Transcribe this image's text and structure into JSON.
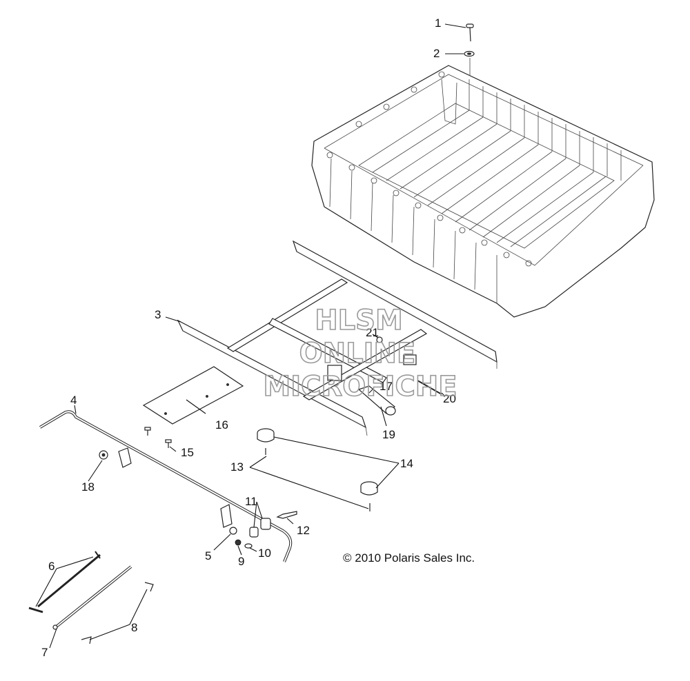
{
  "watermark": {
    "line1": "HLSM",
    "line2": "ONLINE",
    "line3": "MICROFICHE"
  },
  "copyright": "© 2010 Polaris Sales Inc.",
  "callouts": [
    {
      "id": "1",
      "label": "1"
    },
    {
      "id": "2",
      "label": "2"
    },
    {
      "id": "3",
      "label": "3"
    },
    {
      "id": "4",
      "label": "4"
    },
    {
      "id": "5",
      "label": "5"
    },
    {
      "id": "6",
      "label": "6"
    },
    {
      "id": "7",
      "label": "7"
    },
    {
      "id": "8",
      "label": "8"
    },
    {
      "id": "9",
      "label": "9"
    },
    {
      "id": "10",
      "label": "10"
    },
    {
      "id": "11",
      "label": "11"
    },
    {
      "id": "12",
      "label": "12"
    },
    {
      "id": "13",
      "label": "13"
    },
    {
      "id": "14",
      "label": "14"
    },
    {
      "id": "15",
      "label": "15"
    },
    {
      "id": "16",
      "label": "16"
    },
    {
      "id": "17",
      "label": "17"
    },
    {
      "id": "18",
      "label": "18"
    },
    {
      "id": "19",
      "label": "19"
    },
    {
      "id": "20",
      "label": "20"
    },
    {
      "id": "21",
      "label": "21"
    }
  ]
}
